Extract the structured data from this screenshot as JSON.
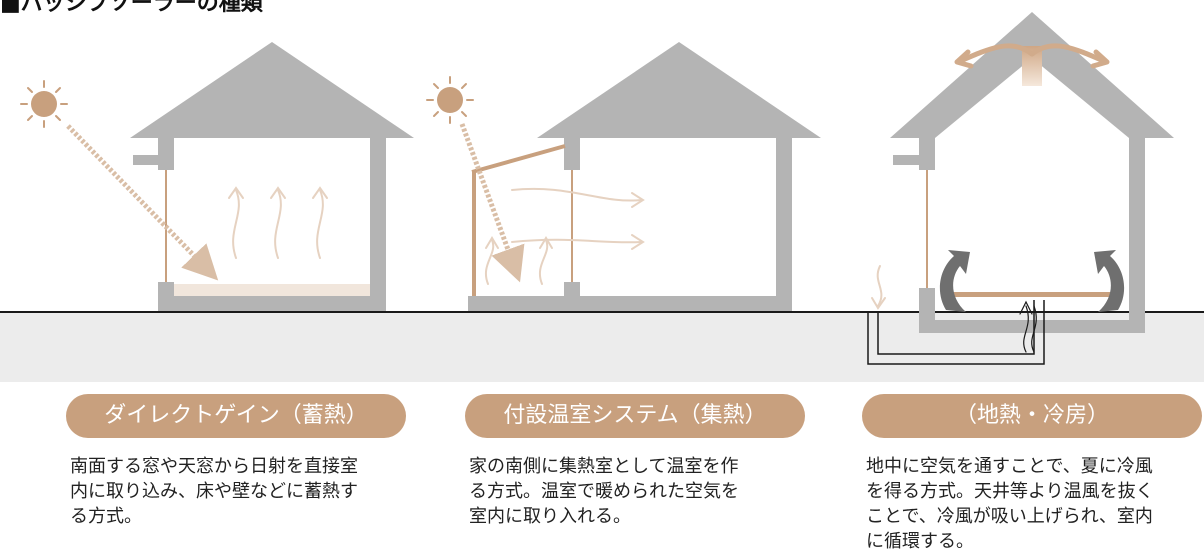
{
  "heading": "■パッシブソーラーの種類",
  "colors": {
    "house": "#b4b4b4",
    "accent": "#c8a07e",
    "accent_light": "#f1e6dc",
    "ground": "#ececec",
    "ground_line": "#1a1a1a"
  },
  "methods": [
    {
      "label": "ダイレクトゲイン（蓄熱）",
      "description": [
        "南面する窓や天窓から日射を直接室",
        "内に取り込み、床や壁などに蓄熱す",
        "る方式。"
      ],
      "icons": [
        "sun-icon",
        "sunlight-ray-arrow",
        "rising-heat-arrows",
        "heat-storage-floor"
      ]
    },
    {
      "label": "付設温室システム（集熱）",
      "description": [
        "家の南側に集熱室として温室を作",
        "る方式。温室で暖められた空気を",
        "室内に取り入れる。"
      ],
      "icons": [
        "sun-icon",
        "sunlight-ray-arrow",
        "warm-air-flow-arrows",
        "sunroom"
      ]
    },
    {
      "label": "（地熱・冷房）",
      "description": [
        "地中に空気を通すことで、夏に冷風",
        "を得る方式。天井等より温風を抜く",
        "ことで、冷風が吸い上げられ、室内",
        "に循環する。"
      ],
      "icons": [
        "roof-vent-exhaust-arrows",
        "underground-air-duct",
        "circulation-arrows"
      ]
    }
  ]
}
